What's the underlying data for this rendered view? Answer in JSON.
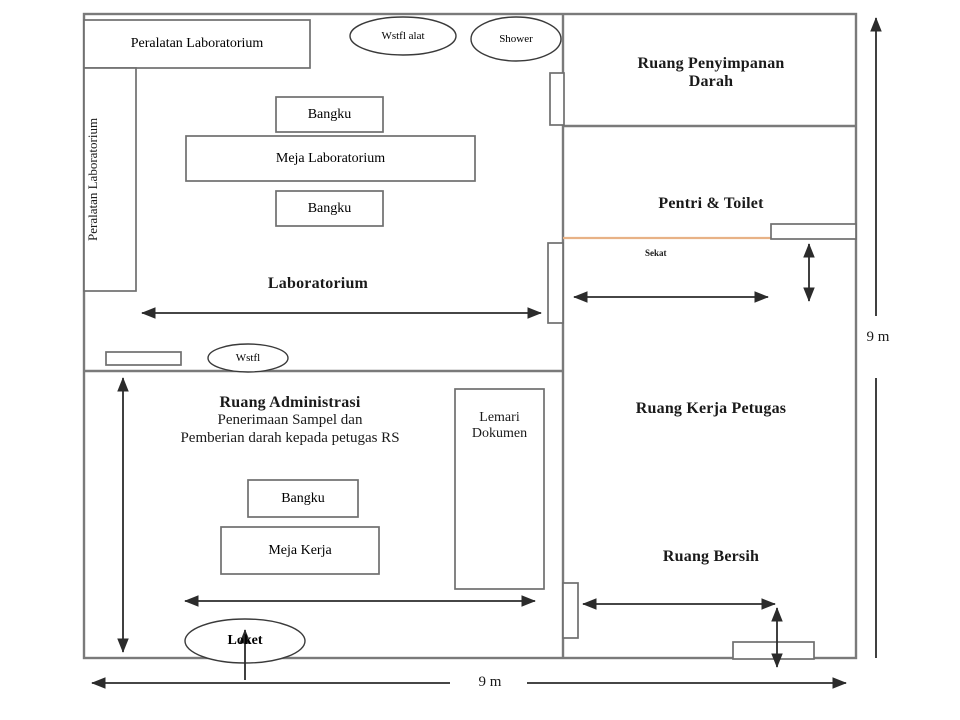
{
  "diagram": {
    "type": "architectural-floor-plan",
    "description": "Denah ruang laboratorium dan administrasi bank darah",
    "wall_color": "#7a7a7a",
    "partition_color": "#e8b286",
    "dimension_color": "#3a3a3a"
  },
  "rooms": [
    {
      "id": "laboratorium",
      "label": "Laboratorium"
    },
    {
      "id": "ruang-administrasi",
      "label": "Ruang Administrasi"
    },
    {
      "id": "ruang-administrasi-line2",
      "label": "Penerimaan Sampel dan"
    },
    {
      "id": "ruang-administrasi-line3",
      "label": "Pemberian darah kepada petugas RS"
    },
    {
      "id": "ruang-penyimpanan-darah",
      "label": "Ruang Penyimpanan"
    },
    {
      "id": "ruang-penyimpanan-darah-line2",
      "label": "Darah"
    },
    {
      "id": "pentri-toilet",
      "label": "Pentri & Toilet"
    },
    {
      "id": "ruang-kerja-petugas",
      "label": "Ruang Kerja Petugas"
    },
    {
      "id": "ruang-bersih",
      "label": "Ruang Bersih"
    }
  ],
  "furniture": [
    {
      "id": "peralatan-laboratorium-top",
      "label": "Peralatan Laboratorium"
    },
    {
      "id": "peralatan-laboratorium-left",
      "label": "Peralatan Laboratorium"
    },
    {
      "id": "bangku-lab-atas",
      "label": "Bangku"
    },
    {
      "id": "meja-laboratorium",
      "label": "Meja Laboratorium"
    },
    {
      "id": "bangku-lab-bawah",
      "label": "Bangku"
    },
    {
      "id": "bangku-admin",
      "label": "Bangku"
    },
    {
      "id": "meja-kerja",
      "label": "Meja Kerja"
    },
    {
      "id": "lemari-dokumen",
      "label": "Lemari"
    },
    {
      "id": "lemari-dokumen-line2",
      "label": "Dokumen"
    }
  ],
  "fixtures": [
    {
      "id": "wastafel-alat",
      "label": "Wstfl alat"
    },
    {
      "id": "shower",
      "label": "Shower"
    },
    {
      "id": "wastafel",
      "label": "Wstfl"
    },
    {
      "id": "loket",
      "label": "Loket"
    },
    {
      "id": "sekat",
      "label": "Sekat"
    }
  ],
  "dimensions": {
    "bottom": {
      "label": "9 m"
    },
    "right": {
      "label": "9 m"
    }
  }
}
